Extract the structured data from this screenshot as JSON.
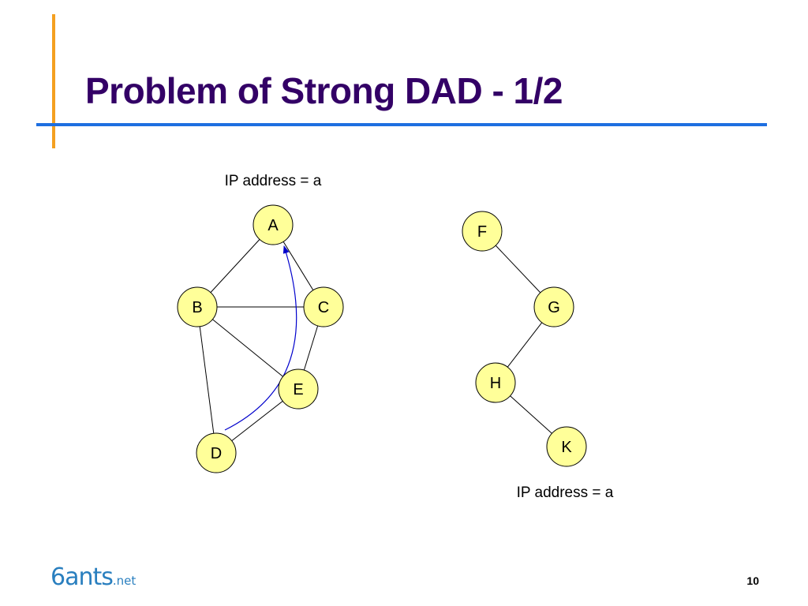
{
  "slide": {
    "title": "Problem of Strong DAD - 1/2",
    "page_number": "10"
  },
  "colors": {
    "title": "#330066",
    "accent_orange": "#f4a020",
    "accent_blue": "#1e6fe0",
    "node_fill": "#ffff99",
    "node_stroke": "#000000",
    "edge": "#000000",
    "path_arrow": "#0000cc",
    "logo_blue": "#2a7fbf",
    "logo_gray": "#7a7a7a"
  },
  "diagram": {
    "left_graph": {
      "ip_label": "IP address = a",
      "nodes": [
        {
          "id": "A",
          "label": "A"
        },
        {
          "id": "B",
          "label": "B"
        },
        {
          "id": "C",
          "label": "C"
        },
        {
          "id": "E",
          "label": "E"
        },
        {
          "id": "D",
          "label": "D"
        }
      ],
      "edges": [
        [
          "A",
          "B"
        ],
        [
          "A",
          "C"
        ],
        [
          "B",
          "C"
        ],
        [
          "B",
          "E"
        ],
        [
          "B",
          "D"
        ],
        [
          "C",
          "E"
        ],
        [
          "E",
          "D"
        ]
      ],
      "arrow_path": {
        "from": "D",
        "to": "A"
      }
    },
    "right_graph": {
      "ip_label": "IP address = a",
      "nodes": [
        {
          "id": "F",
          "label": "F"
        },
        {
          "id": "G",
          "label": "G"
        },
        {
          "id": "H",
          "label": "H"
        },
        {
          "id": "K",
          "label": "K"
        }
      ],
      "edges": [
        [
          "F",
          "G"
        ],
        [
          "G",
          "H"
        ],
        [
          "H",
          "K"
        ]
      ]
    }
  },
  "logo": {
    "main": "6ants",
    "suffix": ".net",
    "icon": "ant-icon"
  }
}
